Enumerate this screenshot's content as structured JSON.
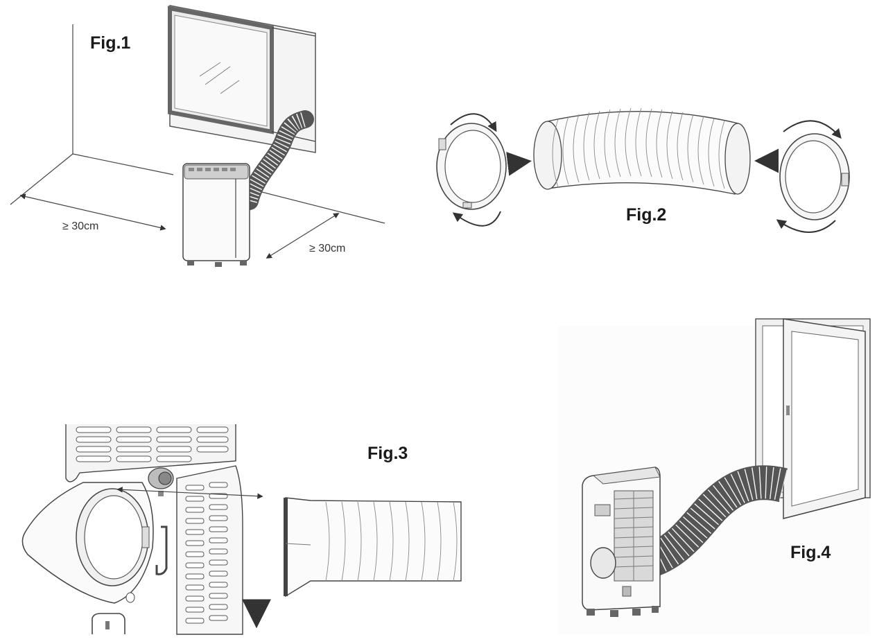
{
  "figures": {
    "fig1": {
      "label": "Fig.1",
      "dimension_left": "≥ 30cm",
      "dimension_right": "≥ 30cm"
    },
    "fig2": {
      "label": "Fig.2"
    },
    "fig3": {
      "label": "Fig.3"
    },
    "fig4": {
      "label": "Fig.4"
    }
  },
  "icons": {
    "rotate_arrow": "curved-rotate-arrow-icon",
    "push_arrow": "push-arrow-icon",
    "down_arrow": "down-arrow-icon"
  },
  "colors": {
    "line": "#444444",
    "fill_light": "#f2f2f2",
    "fill_mid": "#d9d9d9",
    "arrow": "#333333"
  }
}
